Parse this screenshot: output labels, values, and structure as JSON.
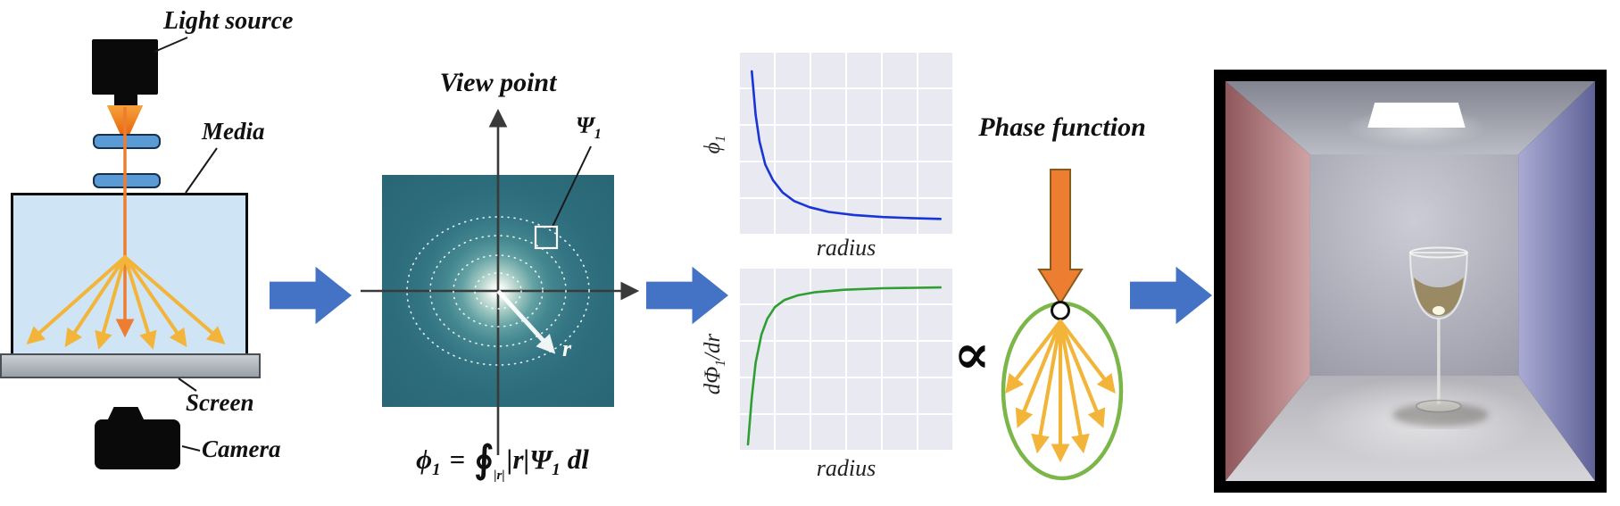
{
  "figure": {
    "kind": "light-scattering-pipeline-diagram"
  },
  "colors": {
    "flow_arrow": "#4472c4",
    "field_teal": "#2b6b79",
    "phi_curve": "#1a35d6",
    "dphi_curve": "#2f9e33",
    "scatter_ray_yellow": "#f2b53a",
    "beam_orange": "#ed7d31",
    "phase_ellipse_green": "#7ab648",
    "media_blue": "#cfe4f4"
  },
  "setup": {
    "light_source_label": "Light source",
    "media_label": "Media",
    "screen_label": "Screen",
    "camera_label": "Camera"
  },
  "field": {
    "title": "View point",
    "psi_base": "Ψ",
    "psi_sub": "1",
    "r_label": "r",
    "formula": {
      "lhs_base": "ϕ",
      "lhs_sub": "1",
      "equals": "=",
      "integral": "∮",
      "integral_sub": "|r|",
      "integrand": "|r|Ψ",
      "integrand_sub": "1",
      "differential": "dl"
    }
  },
  "plots": {
    "top": {
      "ylabel_base": "ϕ",
      "ylabel_sub": "1",
      "xlabel": "radius"
    },
    "bottom": {
      "ylabel_pre": "dΦ",
      "ylabel_sub": "1",
      "ylabel_post": "/dr",
      "xlabel": "radius"
    }
  },
  "proportional_symbol": "∝",
  "phase": {
    "title": "Phase function"
  },
  "chart_data": [
    {
      "type": "line",
      "title": "",
      "xlabel": "radius",
      "ylabel": "phi_1",
      "x": [
        0.02,
        0.04,
        0.06,
        0.09,
        0.13,
        0.18,
        0.24,
        0.32,
        0.42,
        0.55,
        0.7,
        0.85,
        1.0
      ],
      "y": [
        1.0,
        0.72,
        0.55,
        0.4,
        0.3,
        0.22,
        0.165,
        0.125,
        0.095,
        0.075,
        0.062,
        0.055,
        0.05
      ],
      "xlim": [
        0,
        1.02
      ],
      "ylim": [
        0,
        1.08
      ],
      "grid": true,
      "legend": false,
      "color": "#1a35d6"
    },
    {
      "type": "line",
      "title": "",
      "xlabel": "radius",
      "ylabel": "dPhi_1/dr",
      "x": [
        0.0,
        0.02,
        0.04,
        0.07,
        0.1,
        0.14,
        0.19,
        0.26,
        0.35,
        0.5,
        0.7,
        1.0
      ],
      "y": [
        0.0,
        0.3,
        0.52,
        0.7,
        0.8,
        0.875,
        0.92,
        0.95,
        0.97,
        0.985,
        0.995,
        1.0
      ],
      "xlim": [
        0,
        1.02
      ],
      "ylim": [
        0,
        1.08
      ],
      "grid": true,
      "legend": false,
      "color": "#2f9e33"
    }
  ]
}
